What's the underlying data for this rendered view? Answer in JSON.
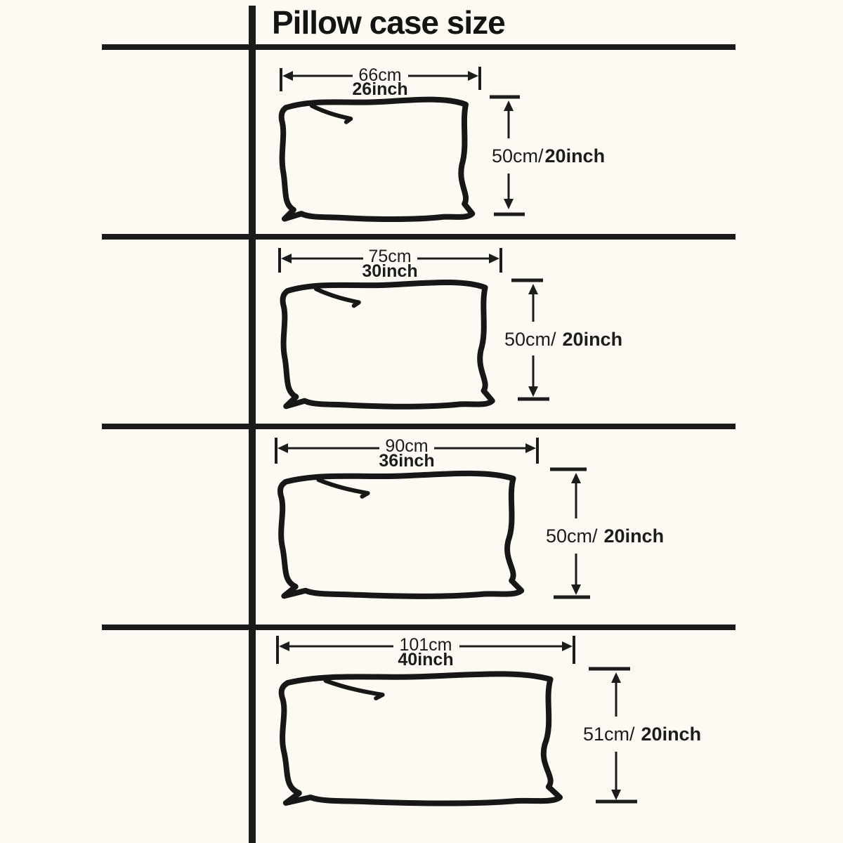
{
  "page": {
    "title": "Pillow case size"
  },
  "colors": {
    "background": "#fcfaf2",
    "ink": "#1b1b1b"
  },
  "sizes": [
    {
      "width_cm": "66cm",
      "width_inch": "26inch",
      "height_cm": "50cm/",
      "height_inch": "20inch"
    },
    {
      "width_cm": "75cm",
      "width_inch": "30inch",
      "height_cm": "50cm/",
      "height_inch": "20inch"
    },
    {
      "width_cm": "90cm",
      "width_inch": "36inch",
      "height_cm": "50cm/",
      "height_inch": "20inch"
    },
    {
      "width_cm": "101cm",
      "width_inch": "40inch",
      "height_cm": "51cm/",
      "height_inch": "20inch"
    }
  ]
}
